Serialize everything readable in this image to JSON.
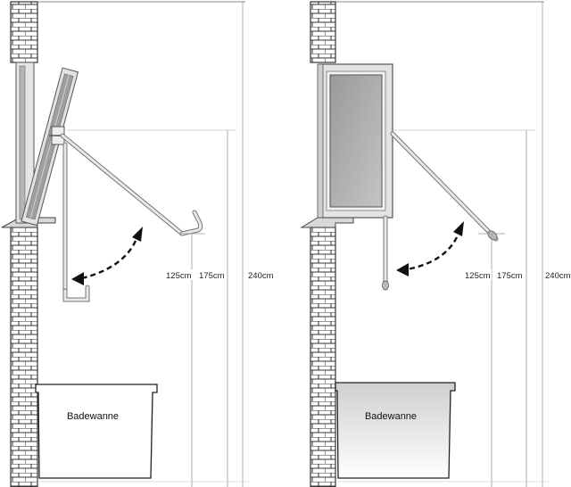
{
  "left_panel": {
    "tub_label": "Badewanne",
    "dims": {
      "d125": "125cm",
      "d175": "175cm",
      "d240": "240cm"
    }
  },
  "right_panel": {
    "tub_label": "Badewanne",
    "dims": {
      "d125": "125cm",
      "d175": "175cm",
      "d240": "240cm"
    }
  },
  "colors": {
    "brick_line": "#333333",
    "dimension_line": "#999999",
    "frame": "#cfcfcf",
    "glass": "#a8a8a8"
  }
}
